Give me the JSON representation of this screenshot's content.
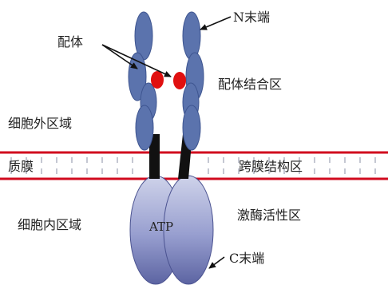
{
  "labels": {
    "n_terminus": "N末端",
    "ligand": "配体",
    "ligand_binding_region": "配体结合区",
    "extracellular_region": "细胞外区域",
    "plasma_membrane": "质膜",
    "transmembrane_region": "跨膜结构区",
    "intracellular_region": "细胞内区域",
    "kinase_active_region": "激酶活性区",
    "atp": "ATP",
    "c_terminus": "C末端"
  },
  "colors": {
    "extracellular_domain": "#5b73ad",
    "extracellular_stroke": "#3e5590",
    "kinase_domain_light": "#c9cde6",
    "kinase_domain_dark": "#6c74ad",
    "ligand": "#e01010",
    "membrane_line": "#d10a1e",
    "transmembrane_helix": "#111111",
    "arrow": "#111111"
  }
}
